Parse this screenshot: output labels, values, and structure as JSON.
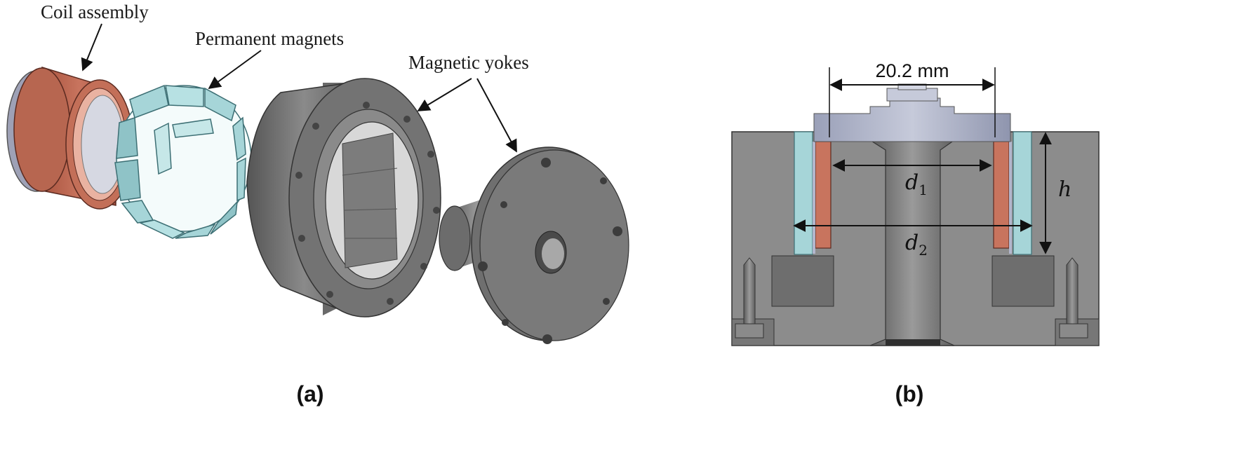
{
  "panel_a": {
    "caption": "(a)",
    "labels": {
      "coil": "Coil assembly",
      "magnets": "Permanent magnets",
      "yokes": "Magnetic yokes"
    }
  },
  "panel_b": {
    "caption": "(b)",
    "dimension_top": "20.2 mm",
    "d1_base": "d",
    "d1_sub": "1",
    "d2_base": "d",
    "d2_sub": "2",
    "h": "h"
  },
  "colors": {
    "coil": "#c8745e",
    "magnet": "#a6d5d8",
    "yoke": "#7a7a7a",
    "cap_plate": "#b3b6cc"
  }
}
